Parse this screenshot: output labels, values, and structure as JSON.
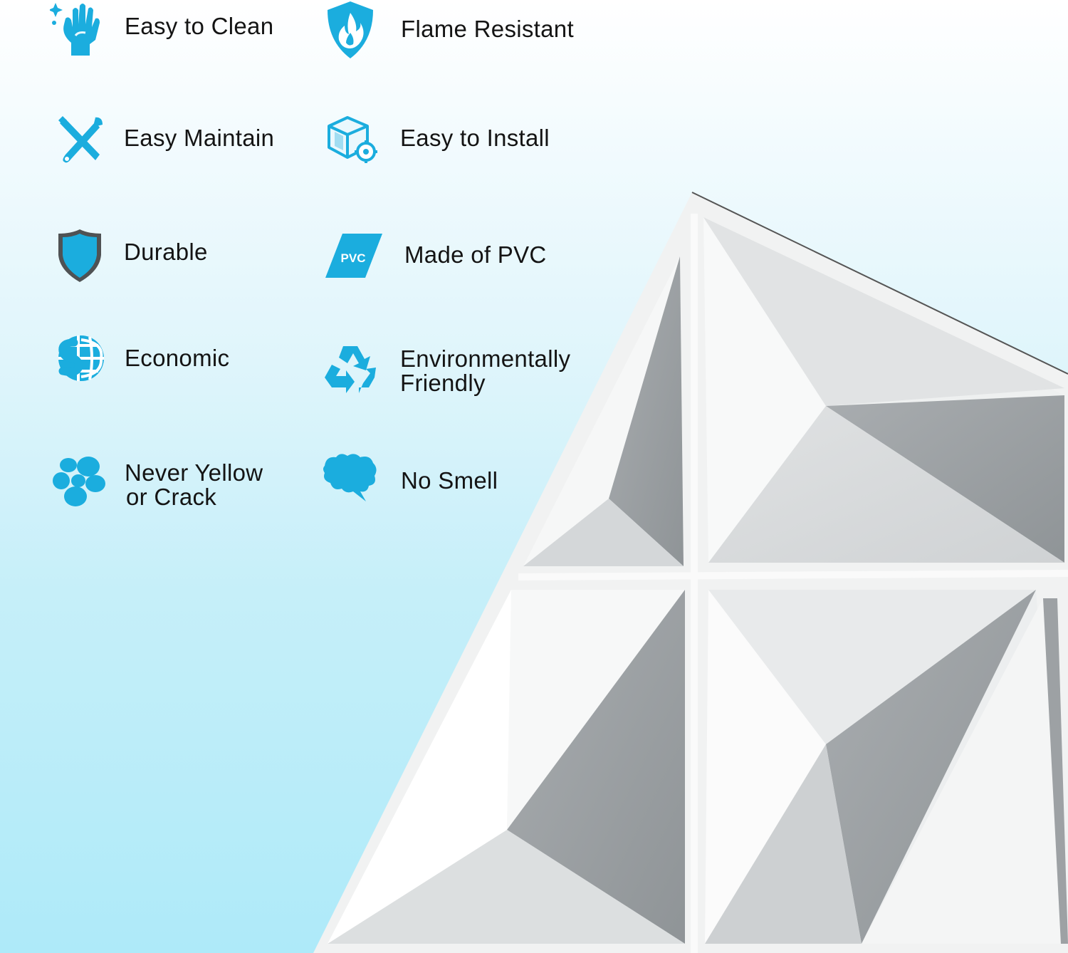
{
  "accent_color": "#1badde",
  "features": [
    {
      "id": "easy-to-clean",
      "icon": "hand-sparkle-icon",
      "lines": [
        "Easy to Clean"
      ]
    },
    {
      "id": "flame-resistant",
      "icon": "flame-shield-icon",
      "lines": [
        "Flame Resistant"
      ]
    },
    {
      "id": "easy-maintain",
      "icon": "tools-icon",
      "lines": [
        "Easy Maintain"
      ]
    },
    {
      "id": "easy-to-install",
      "icon": "box-gear-icon",
      "lines": [
        "Easy to Install"
      ]
    },
    {
      "id": "durable",
      "icon": "shield-icon",
      "lines": [
        "Durable"
      ]
    },
    {
      "id": "made-of-pvc",
      "icon": "pvc-badge-icon",
      "icon_text": "PVC",
      "lines": [
        "Made of PVC"
      ]
    },
    {
      "id": "economic",
      "icon": "dollar-globe-icon",
      "lines": [
        "Economic"
      ]
    },
    {
      "id": "environmentally-friendly",
      "icon": "recycle-icon",
      "lines": [
        "Environmentally",
        "Friendly"
      ]
    },
    {
      "id": "never-yellow-or-crack",
      "icon": "cracked-stones-icon",
      "lines": [
        "Never Yellow",
        "or Crack"
      ]
    },
    {
      "id": "no-smell",
      "icon": "smell-cloud-icon",
      "lines": [
        "No Smell"
      ]
    }
  ]
}
